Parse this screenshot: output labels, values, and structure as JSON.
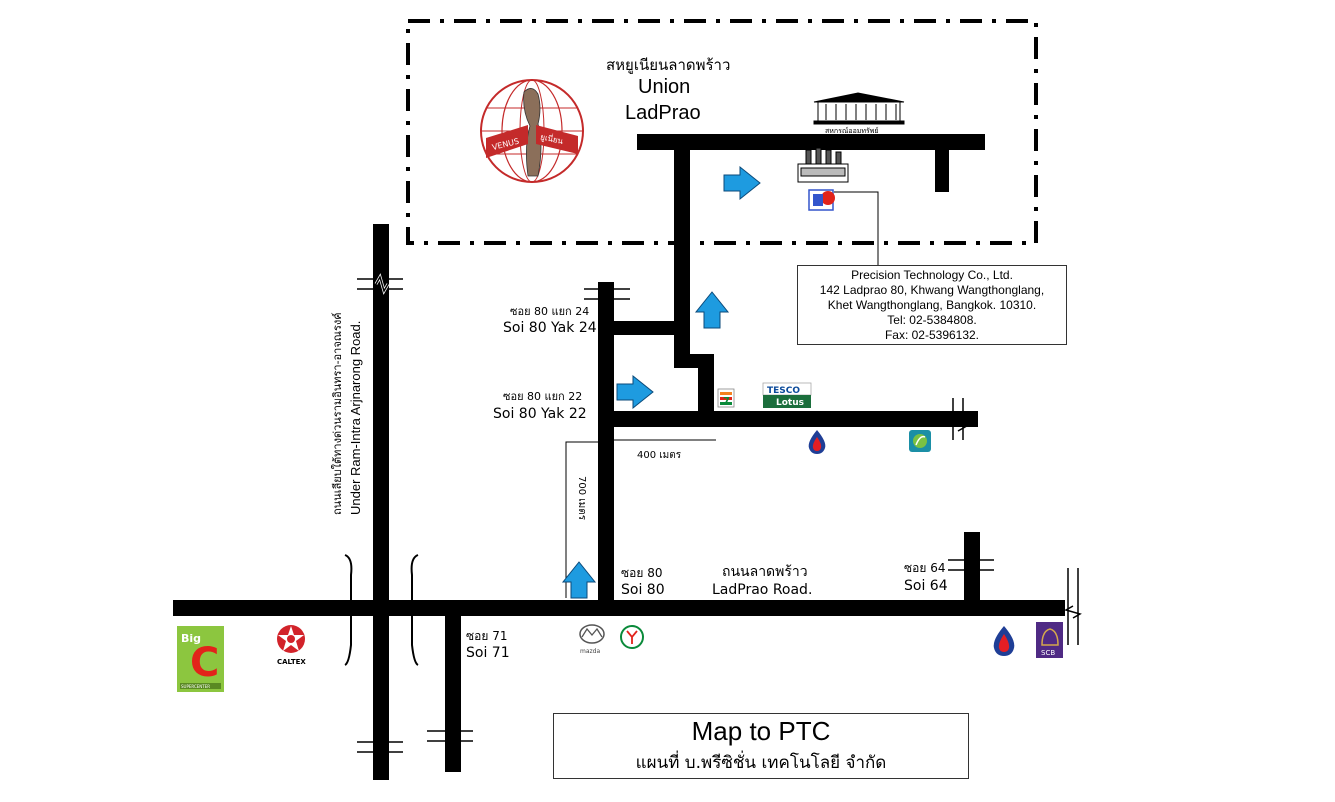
{
  "union": {
    "thai": "สหยูเนียนลาดพร้าว",
    "name_line1": "Union",
    "name_line2": "LadPrao"
  },
  "landmark_text": "สหกรณ์ออมทรัพย์",
  "company": {
    "name": "Precision Technology Co., Ltd.",
    "address1": "142 Ladprao 80, Khwang Wangthonglang,",
    "address2": "Khet Wangthonglang, Bangkok. 10310.",
    "tel": "Tel: 02-5384808.",
    "fax": "Fax: 02-5396132."
  },
  "soi": {
    "yak24_thai": "ซอย 80 แยก 24",
    "yak24_en": "Soi 80 Yak 24",
    "yak22_thai": "ซอย 80 แยก 22",
    "yak22_en": "Soi 80 Yak 22",
    "s80_thai": "ซอย 80",
    "s80_en": "Soi 80",
    "s71_thai": "ซอย 71",
    "s71_en": "Soi 71",
    "s64_thai": "ซอย 64",
    "s64_en": "Soi 64"
  },
  "roads": {
    "ladprao_thai": "ถนนลาดพร้าว",
    "ladprao_en": "LadPrao Road.",
    "raminthra_thai": "ถนนเลียบใต้ทางด่วนรามอินทรา-อาจณรงค์",
    "raminthra_en": "Under Ram-Intra Arjnarong Road."
  },
  "distances": {
    "d400": "400 เมตร",
    "d700": "700 เมตร"
  },
  "brands": {
    "tesco": "TESCO",
    "lotus": "Lotus",
    "bigc": "Big",
    "bigc_c": "C",
    "supercenter": "SUPERCENTER",
    "caltex": "CALTEX",
    "mazda": "mazda",
    "scb": "SCB",
    "venus": "VENUS",
    "union_label": "ยูเนี่ยน"
  },
  "title": {
    "main": "Map to PTC",
    "thai": "แผนที่ บ.พรีซิชั่น เทคโนโลยี จำกัด"
  },
  "colors": {
    "road": "#000000",
    "arrow": "#1e9be0",
    "bigc_green": "#8cc63f",
    "bigc_red": "#e2231a",
    "caltex_red": "#d2232a",
    "scb_purple": "#4f2a84",
    "ptt_blue": "#1f3e96",
    "ptt_red": "#e31e24",
    "kbank_green": "#0a8a3a"
  }
}
